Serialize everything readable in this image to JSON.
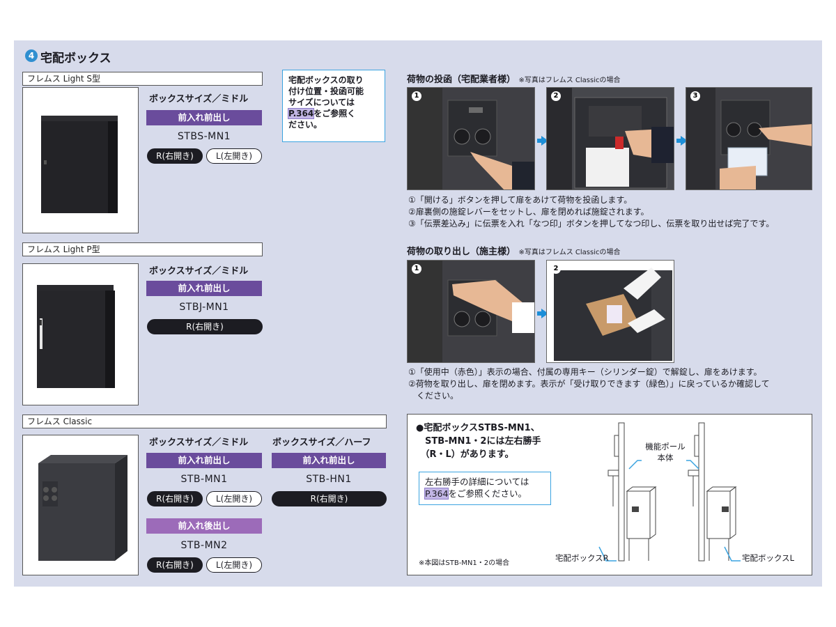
{
  "section": {
    "number": "4",
    "title": "宅配ボックス"
  },
  "products": [
    {
      "head": "フレムス Light S型",
      "columns": [
        {
          "size_label": "ボックスサイズ／ミドル",
          "open_type": "前入れ前出し",
          "model": "STBS-MN1",
          "options": [
            "R(右開き)",
            "L(左開き)"
          ]
        }
      ]
    },
    {
      "head": "フレムス Light P型",
      "columns": [
        {
          "size_label": "ボックスサイズ／ミドル",
          "open_type": "前入れ前出し",
          "model": "STBJ-MN1",
          "options": [
            "R(右開き)"
          ]
        }
      ]
    },
    {
      "head": "フレムス Classic",
      "columns": [
        {
          "size_label": "ボックスサイズ／ミドル",
          "open_type": "前入れ前出し",
          "model": "STB-MN1",
          "options": [
            "R(右開き)",
            "L(左開き)"
          ],
          "open_type_2": "前入れ後出し",
          "model_2": "STB-MN2",
          "options_2": [
            "R(右開き)",
            "L(左開き)"
          ]
        },
        {
          "size_label": "ボックスサイズ／ハーフ",
          "open_type": "前入れ前出し",
          "model": "STB-HN1",
          "options": [
            "R(右開き)"
          ]
        }
      ]
    }
  ],
  "ref_note": {
    "lines": [
      "宅配ボックスの取り",
      "付け位置・投函可能",
      "サイズについては"
    ],
    "page": "P.364",
    "suffix": "をご参照く",
    "last": "ださい。"
  },
  "delivery": {
    "title": "荷物の投函（宅配業者様）",
    "note": "※写真はフレムス Classicの場合",
    "steps": [
      "1",
      "2",
      "3"
    ],
    "desc": [
      "①「開ける」ボタンを押して扉をあけて荷物を投函します。",
      "②扉裏側の施錠レバーをセットし、扉を閉めれば施錠されます。",
      "③「伝票差込み」に伝票を入れ「なつ印」ボタンを押してなつ印し、伝票を取り出せば完了です。"
    ]
  },
  "pickup": {
    "title": "荷物の取り出し（施主様）",
    "note": "※写真はフレムス Classicの場合",
    "steps": [
      "1",
      "2"
    ],
    "desc": [
      "①「使用中（赤色）」表示の場合、付属の専用キー（シリンダー錠）で解錠し、扉をあけます。",
      "②荷物を取り出し、扉を閉めます。表示が「受け取りできます（緑色）」に戻っているか確認して",
      "　ください。"
    ]
  },
  "diagram": {
    "lines": [
      "●宅配ボックスSTBS-MN1、",
      "　STB-MN1・2には左右勝手",
      "　（R・L）があります。"
    ],
    "ref_line1": "左右勝手の詳細については",
    "ref_page": "P.364",
    "ref_suffix": "をご参照ください。",
    "footnote": "※本図はSTB-MN1・2の場合",
    "pole_label_1": "機能ポール",
    "pole_label_2": "本体",
    "label_r": "宅配ボックスR",
    "label_l": "宅配ボックスL"
  },
  "colors": {
    "bar_dark": "#6a4c9c",
    "bar_light": "#9c6bb9",
    "accent": "#2f8fd0",
    "background": "#d7dbeb"
  }
}
